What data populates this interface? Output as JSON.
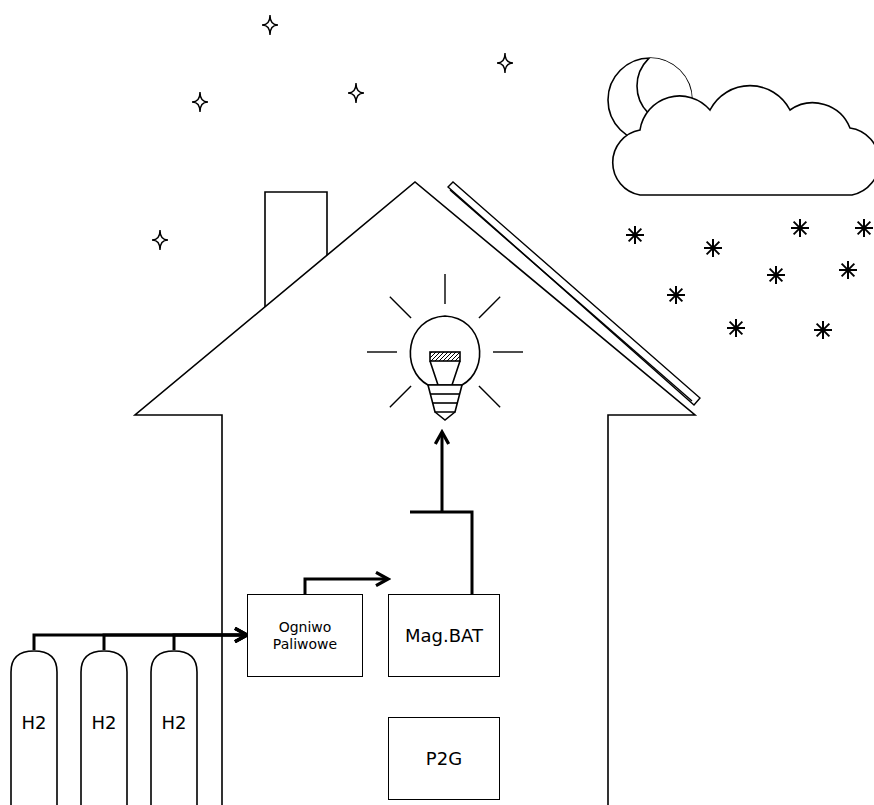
{
  "diagram": {
    "nodes": [
      {
        "text": [
          "H2"
        ]
      },
      {
        "text": [
          "H2"
        ]
      },
      {
        "text": [
          "H2"
        ]
      },
      {
        "text": [
          "Ogniwo Paliwowe"
        ]
      },
      {
        "text": [
          "Mag.BAT"
        ]
      },
      {
        "text": [
          "P2G"
        ]
      }
    ],
    "edges": [
      {
        "from": 0,
        "to": 3,
        "arrow": "to"
      },
      {
        "from": 1,
        "to": 3,
        "arrow": "to"
      },
      {
        "from": 2,
        "to": 3,
        "arrow": "to"
      },
      {
        "from": 3,
        "to": 4,
        "arrow": "to"
      }
    ]
  }
}
